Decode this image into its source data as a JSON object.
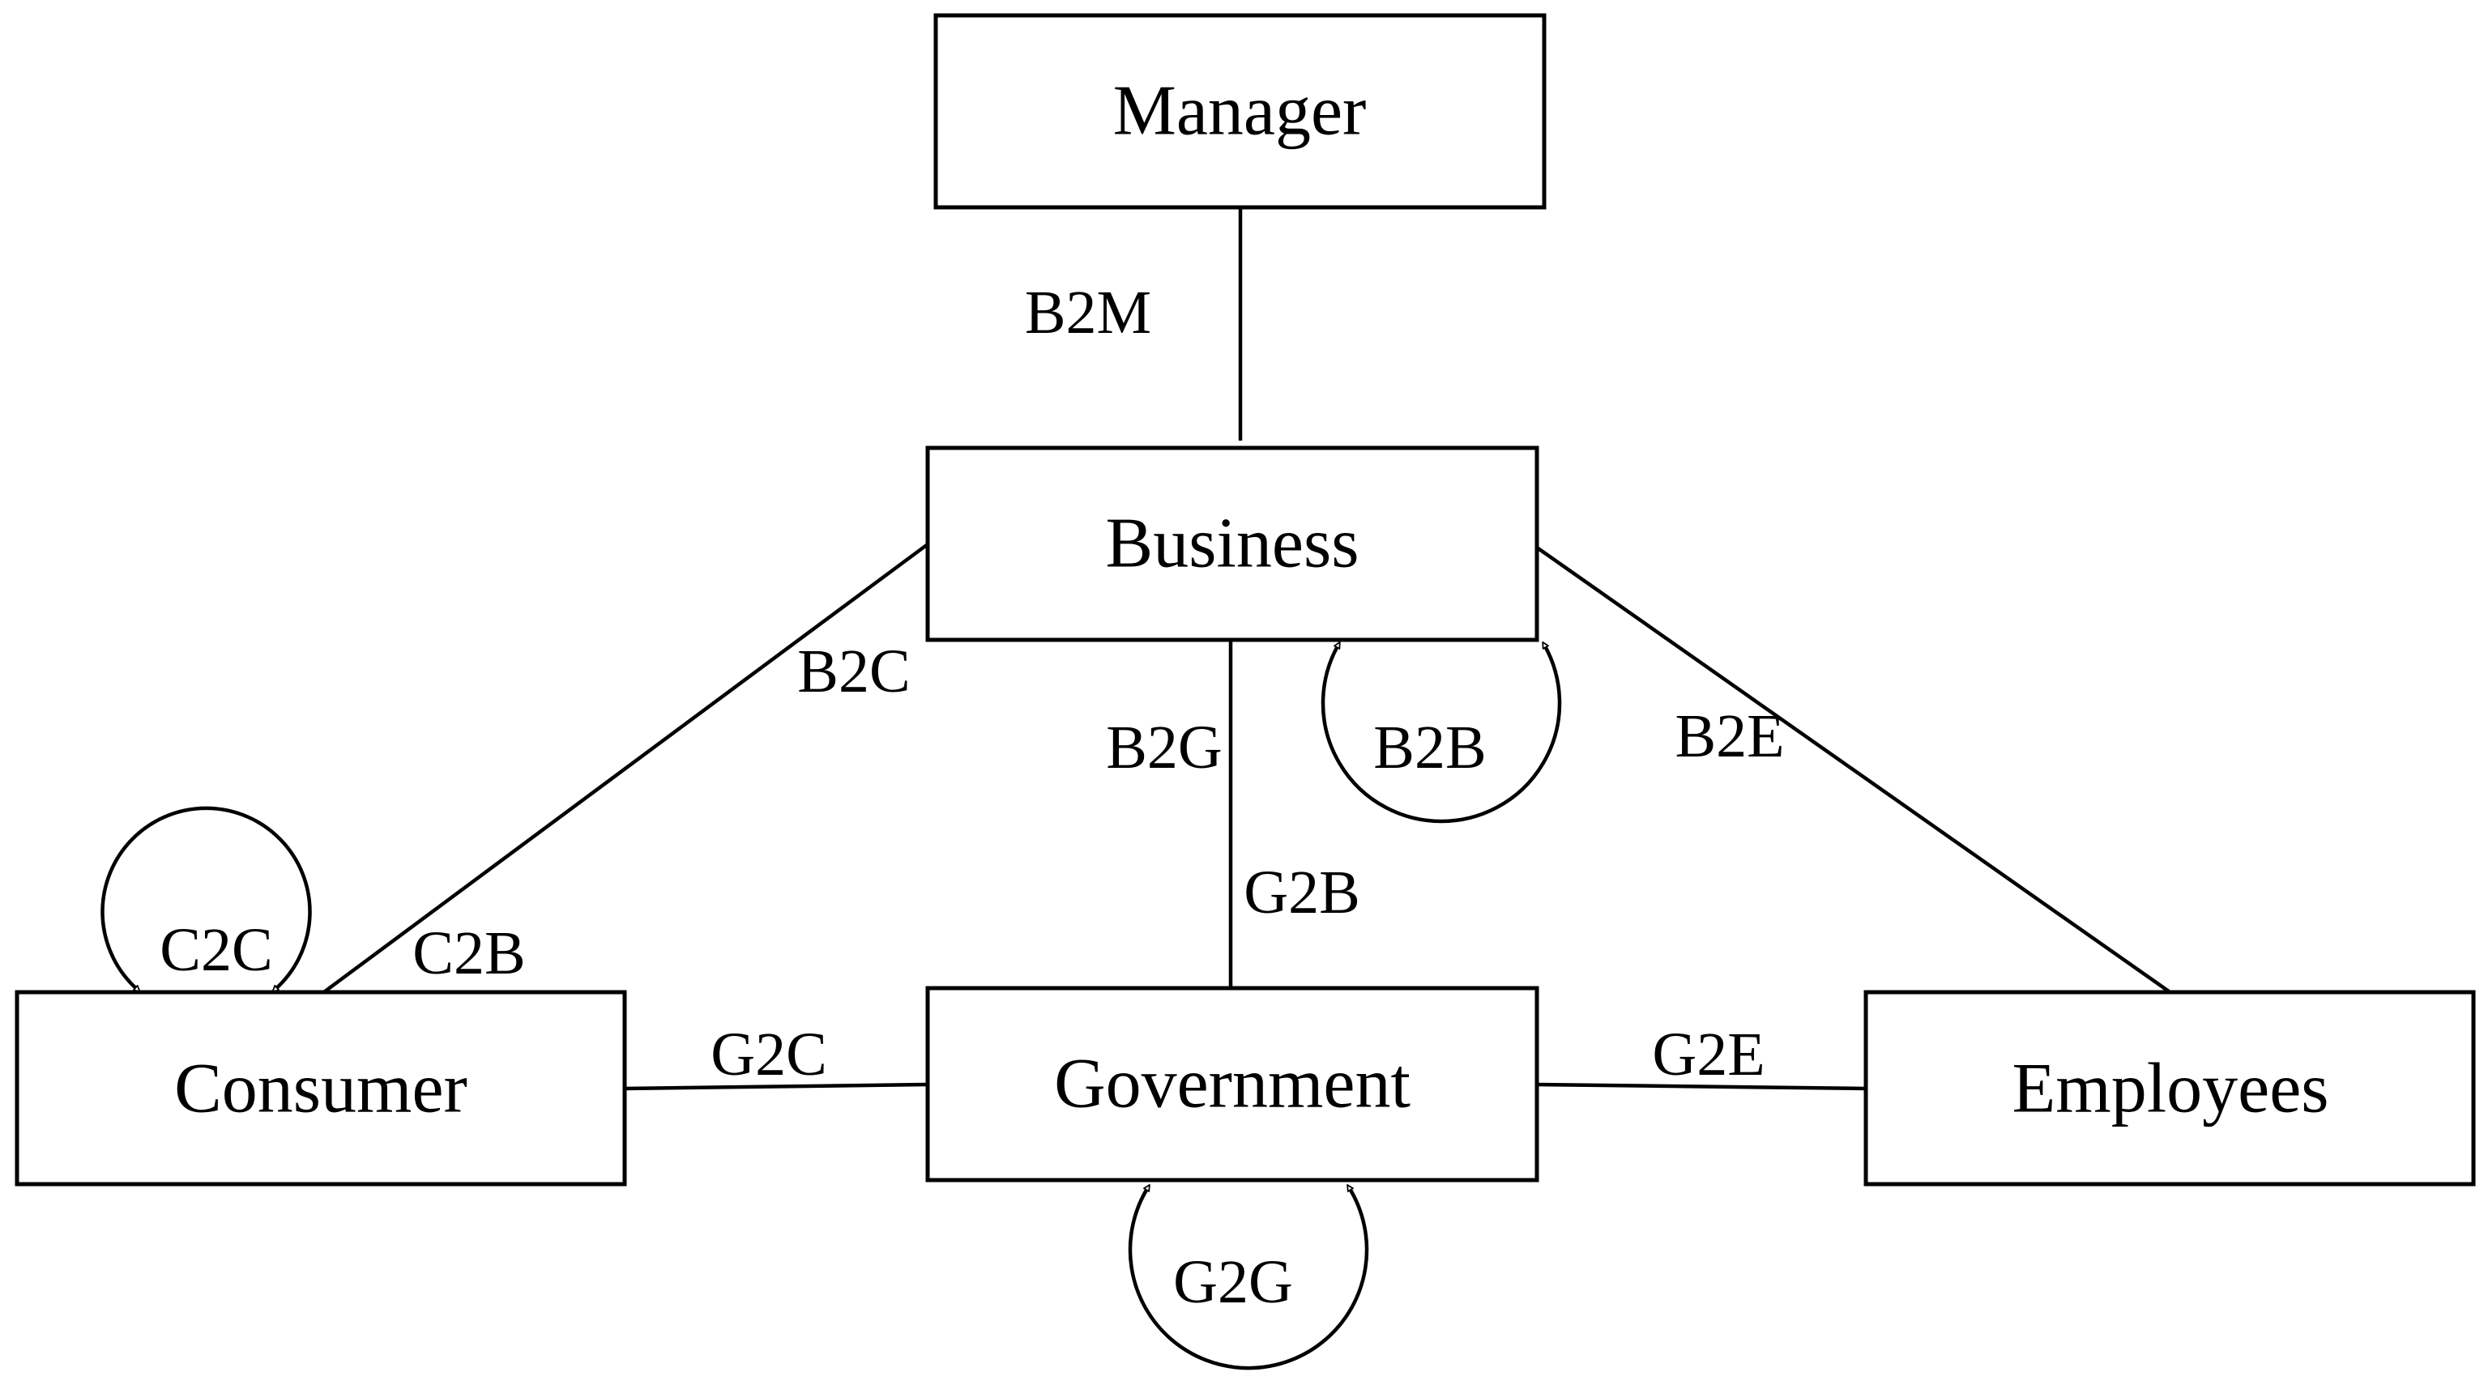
{
  "diagram": {
    "nodes": {
      "manager": "Manager",
      "business": "Business",
      "consumer": "Consumer",
      "government": "Government",
      "employees": "Employees"
    },
    "edges": {
      "b2m": "B2M",
      "b2c": "B2C",
      "c2b": "C2B",
      "b2g": "B2G",
      "g2b": "G2B",
      "b2e": "B2E",
      "g2c": "G2C",
      "g2e": "G2E"
    },
    "loops": {
      "b2b": "B2B",
      "c2c": "C2C",
      "g2g": "G2G"
    }
  }
}
